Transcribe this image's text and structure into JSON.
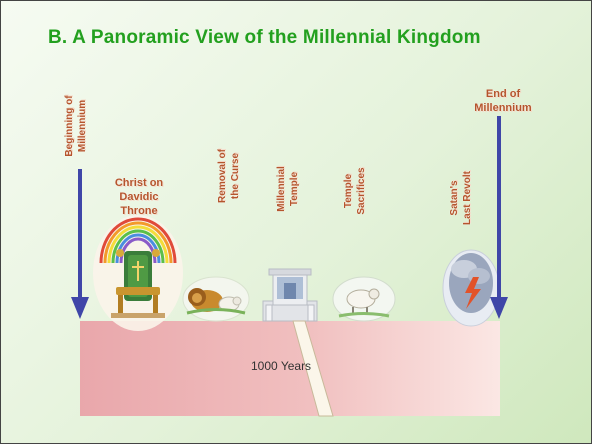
{
  "slide": {
    "title": "B. A Panoramic View of the Millennial Kingdom",
    "labels": {
      "beginning": "Beginning of\nMillennium",
      "christ": "Christ on\nDavidic\nThrone",
      "curse": "Removal of\nthe Curse",
      "temple": "Millennial\nTemple",
      "sacrifices": "Temple\nSacrifices",
      "satan": "Satan's\nLast Revolt",
      "end": "End of\nMillennium"
    },
    "timeline_label": "1000 Years"
  },
  "colors": {
    "title": "#23a01f",
    "label": "#b5552d",
    "arrow": "#3f46a8",
    "timeline_start": "#e9a7ab",
    "timeline_end": "#fbe7e4"
  },
  "icons": [
    "throne-icon",
    "lion-lamb-icon",
    "temple-icon",
    "lamb-icon",
    "storm-lightning-icon"
  ]
}
